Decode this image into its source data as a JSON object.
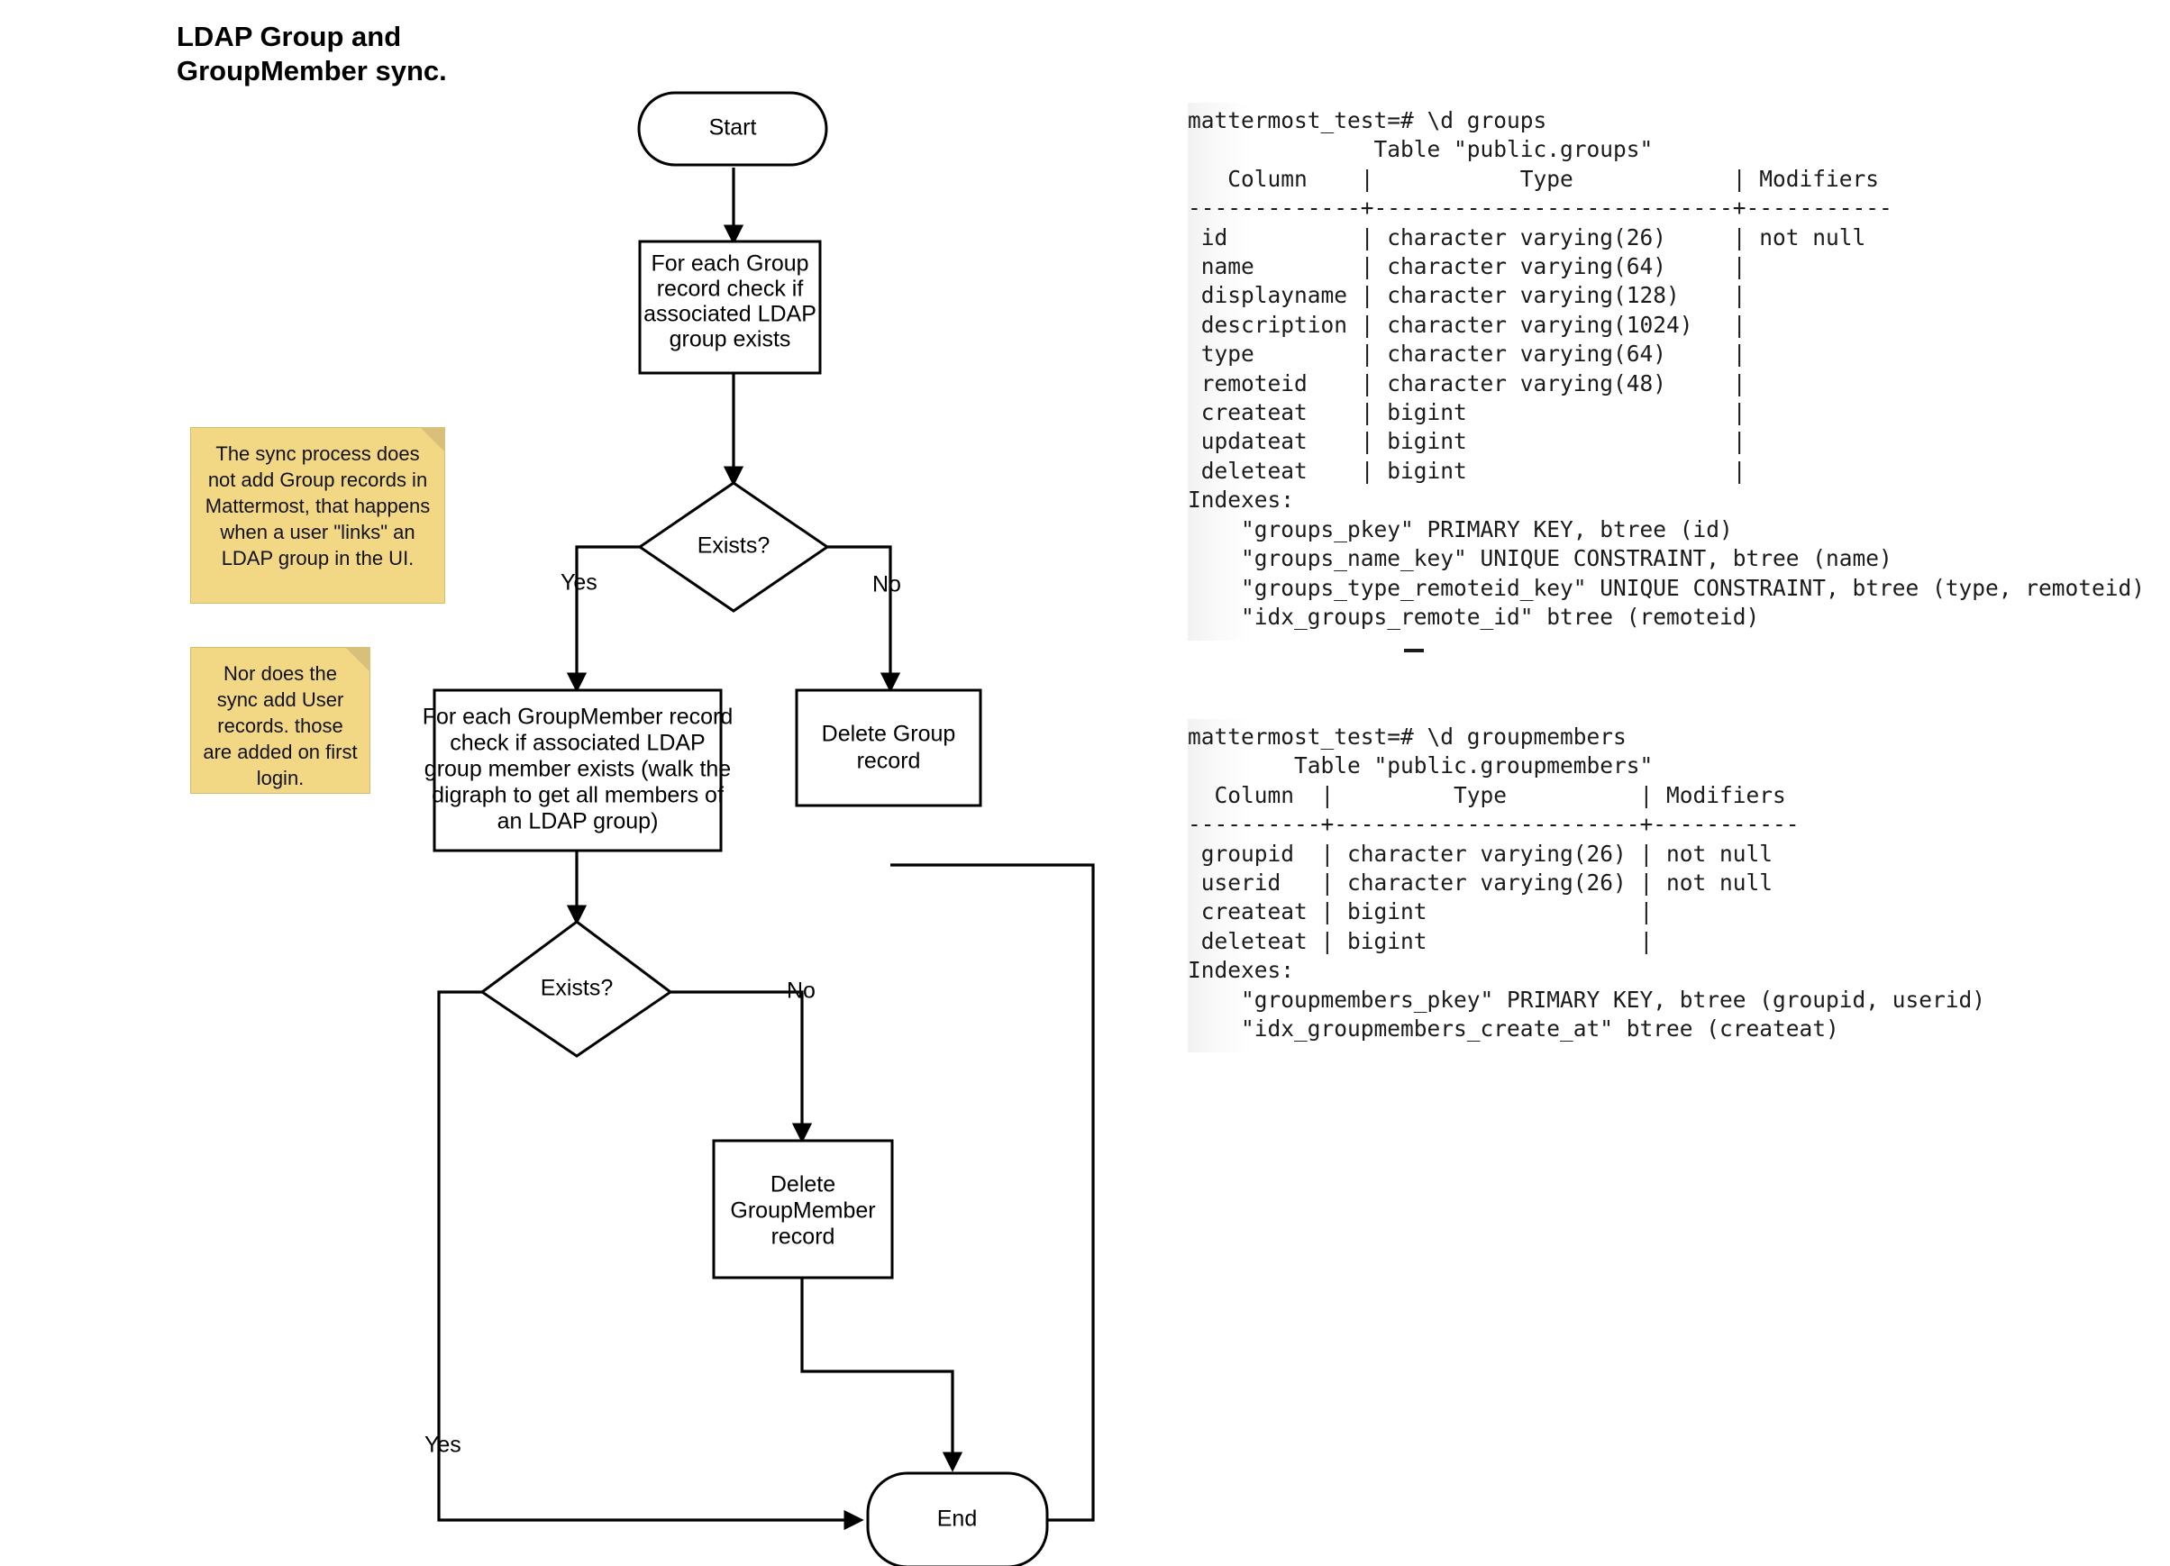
{
  "title": "LDAP Group and\nGroupMember sync.",
  "flowchart": {
    "nodes": {
      "start": "Start",
      "check_group": "For each Group\nrecord check if\nassociated LDAP\ngroup exists",
      "exists_1": "Exists?",
      "check_member": "For each GroupMember record\ncheck if associated LDAP\ngroup member exists (walk the\ndigraph to get all members of\nan LDAP group)",
      "delete_group": "Delete Group\nrecord",
      "exists_2": "Exists?",
      "delete_member": "Delete\nGroupMember\nrecord",
      "end": "End"
    },
    "edge_labels": {
      "yes_1": "Yes",
      "no_1": "No",
      "no_2": "No",
      "yes_2": "Yes"
    }
  },
  "notes": [
    {
      "id": "note-1",
      "text": "The sync process does not add Group records in Mattermost, that happens when a user \"links\" an LDAP group in the UI."
    },
    {
      "id": "note-2",
      "text": "Nor does the sync add User records. those are added on first login."
    }
  ],
  "terminals": [
    {
      "id": "term-groups",
      "prompt": "mattermost_test=# \\d groups",
      "text": "mattermost_test=# \\d groups\n              Table \"public.groups\"\n   Column    |           Type            | Modifiers \n-------------+---------------------------+-----------\n id          | character varying(26)     | not null\n name        | character varying(64)     | \n displayname | character varying(128)    | \n description | character varying(1024)   | \n type        | character varying(64)     | \n remoteid    | character varying(48)     | \n createat    | bigint                    | \n updateat    | bigint                    | \n deleteat    | bigint                    | \nIndexes:\n    \"groups_pkey\" PRIMARY KEY, btree (id)\n    \"groups_name_key\" UNIQUE CONSTRAINT, btree (name)\n    \"groups_type_remoteid_key\" UNIQUE CONSTRAINT, btree (type, remoteid)\n    \"idx_groups_remote_id\" btree (remoteid)"
    },
    {
      "id": "term-groupmembers",
      "prompt": "mattermost_test=# \\d groupmembers",
      "text": "mattermost_test=# \\d groupmembers\n        Table \"public.groupmembers\"\n  Column  |         Type          | Modifiers \n----------+-----------------------+-----------\n groupid  | character varying(26) | not null\n userid   | character varying(26) | not null\n createat | bigint                | \n deleteat | bigint                | \nIndexes:\n    \"groupmembers_pkey\" PRIMARY KEY, btree (groupid, userid)\n    \"idx_groupmembers_create_at\" btree (createat)"
    }
  ],
  "colors": {
    "note_bg": "#f2d785",
    "note_fold": "#d9c07a",
    "stroke": "#000000",
    "terminal_text": "#1b1b1b"
  }
}
